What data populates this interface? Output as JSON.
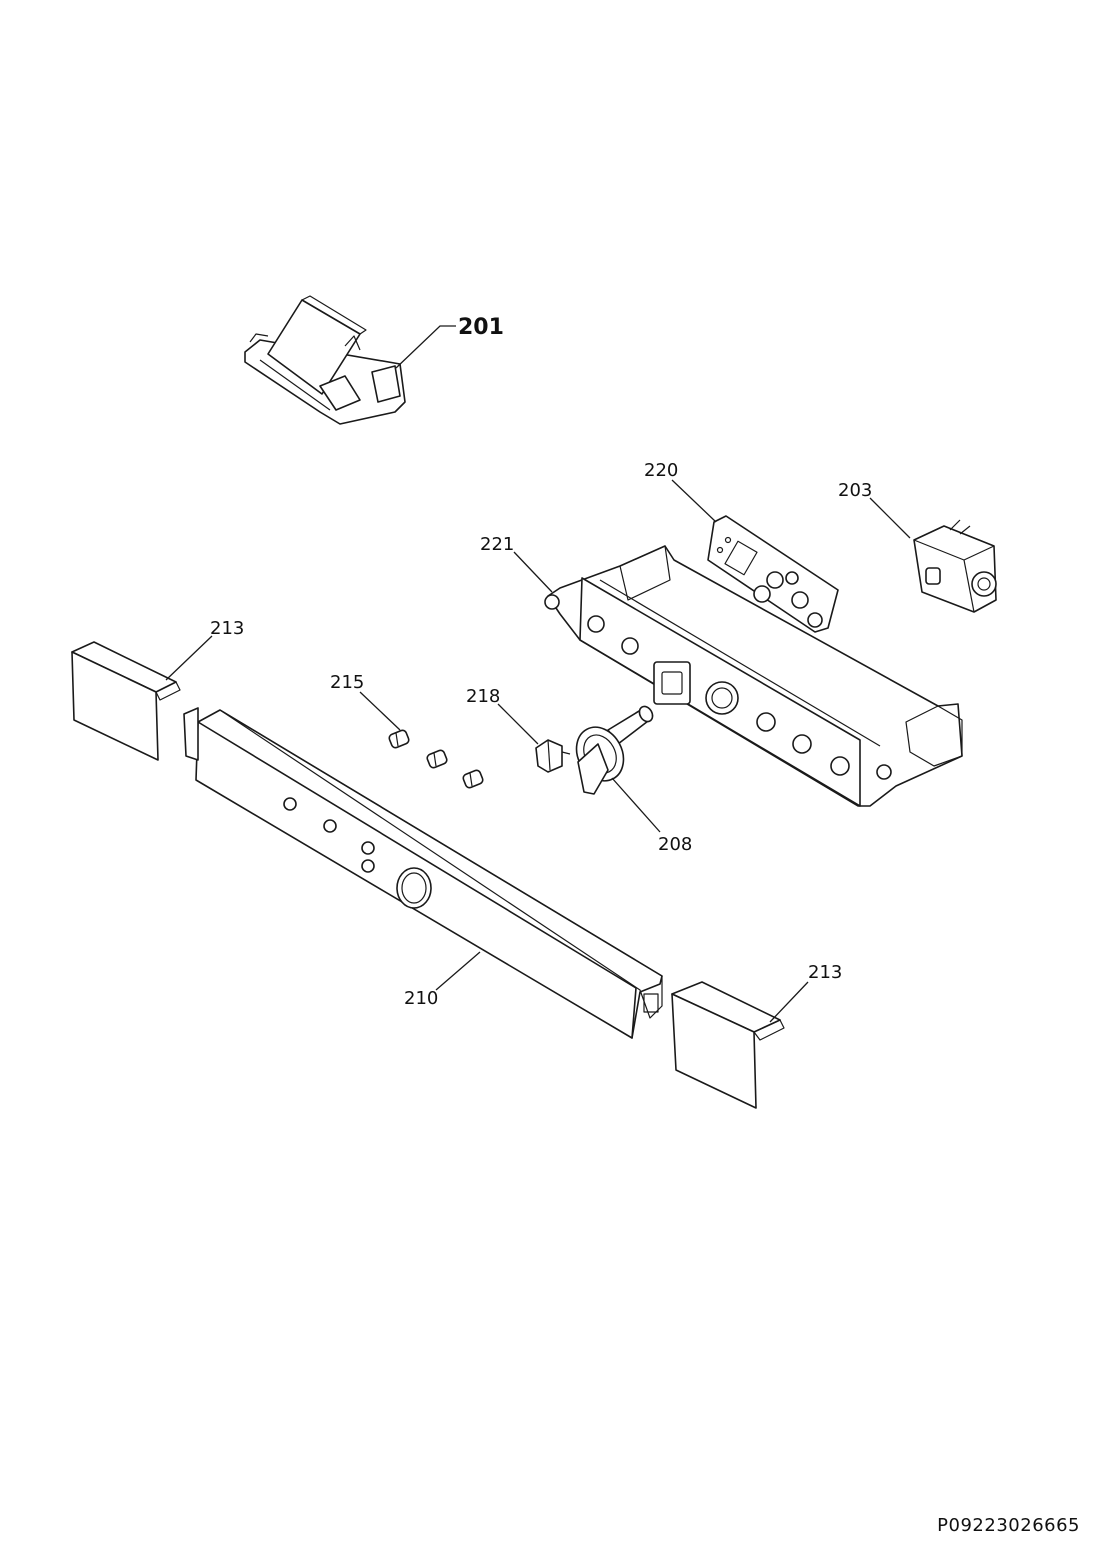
{
  "callouts": {
    "c201": "201",
    "c220": "220",
    "c203": "203",
    "c221": "221",
    "c213a": "213",
    "c215": "215",
    "c218": "218",
    "c208": "208",
    "c210": "210",
    "c213b": "213"
  },
  "document_number": "P09223026665"
}
